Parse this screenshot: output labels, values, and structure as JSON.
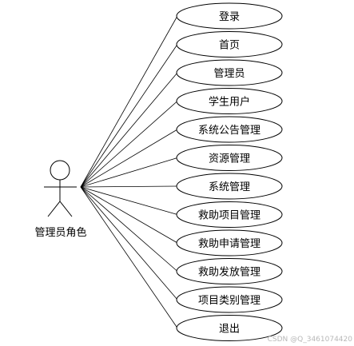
{
  "actor": {
    "name": "管理员角色"
  },
  "use_cases": [
    {
      "label": "登录"
    },
    {
      "label": "首页"
    },
    {
      "label": "管理员"
    },
    {
      "label": "学生用户"
    },
    {
      "label": "系统公告管理"
    },
    {
      "label": "资源管理"
    },
    {
      "label": "系统管理"
    },
    {
      "label": "救助项目管理"
    },
    {
      "label": "救助申请管理"
    },
    {
      "label": "救助发放管理"
    },
    {
      "label": "项目类别管理"
    },
    {
      "label": "退出"
    }
  ],
  "watermark": "CSDN @Q_3461074420",
  "colors": {
    "line": "#000000",
    "ellipse_fill": "#ffffff",
    "text": "#000000"
  }
}
